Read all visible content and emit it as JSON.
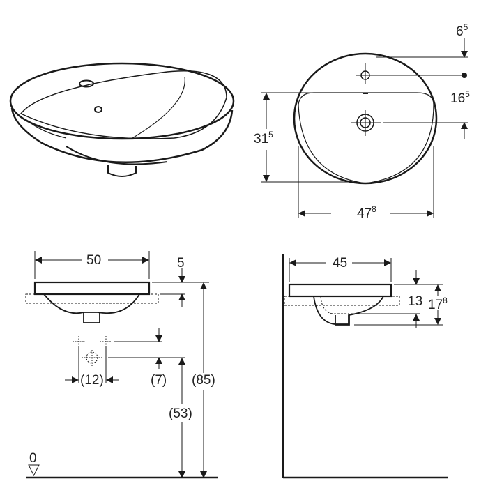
{
  "drawing": {
    "title": "Semi-recessed washbasin dimension drawing",
    "stroke_color": "#1a1a1a",
    "background": "#ffffff"
  },
  "plan_view": {
    "dim_tap_offset": {
      "main": "6",
      "sup": "5"
    },
    "dim_tap_to_drain": {
      "main": "16",
      "sup": "5"
    },
    "dim_depth": {
      "main": "31",
      "sup": "5"
    },
    "dim_width": {
      "main": "47",
      "sup": "8"
    }
  },
  "front_view": {
    "dim_width": "50",
    "dim_rim": "5",
    "dim_tap_spacing": "(12)",
    "dim_waste_offset": "(7)",
    "dim_waste_height": "(53)",
    "dim_total_height": "(85)",
    "floor_level": "0"
  },
  "side_view": {
    "dim_width": "45",
    "dim_bowl_depth": "13",
    "dim_total_depth": {
      "main": "17",
      "sup": "8"
    }
  }
}
